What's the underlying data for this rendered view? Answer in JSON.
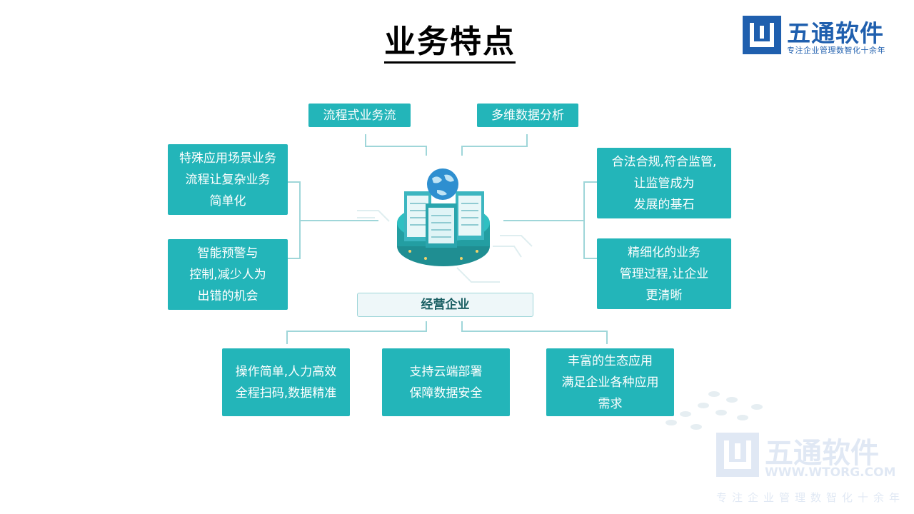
{
  "title": "业务特点",
  "logo": {
    "name": "五通软件",
    "slogan": "专注企业管理数智化十余年",
    "icon": "wutong-logo-icon"
  },
  "watermark": {
    "name": "五通软件",
    "url": "WWW.WTORG.COM",
    "slogan": "专注企业管理数智化十余年"
  },
  "diagram": {
    "center_label": "经营企业",
    "center_icon": "server-globe-icon",
    "top": [
      "流程式业务流",
      "多维数据分析"
    ],
    "left": [
      "特殊应用场景业务\n流程让复杂业务\n简单化",
      "智能预警与\n控制,减少人为\n出错的机会"
    ],
    "right": [
      "合法合规,符合监管,\n让监管成为\n发展的基石",
      "精细化的业务\n管理过程,让企业\n更清晰"
    ],
    "bottom": [
      "操作简单,人力高效\n全程扫码,数据精准",
      "支持云端部署\n保障数据安全",
      "丰富的生态应用\n满足企业各种应用\n需求"
    ]
  },
  "colors": {
    "box": "#23b5b9",
    "brand": "#1f5fae",
    "connector": "#9fd6d9"
  }
}
